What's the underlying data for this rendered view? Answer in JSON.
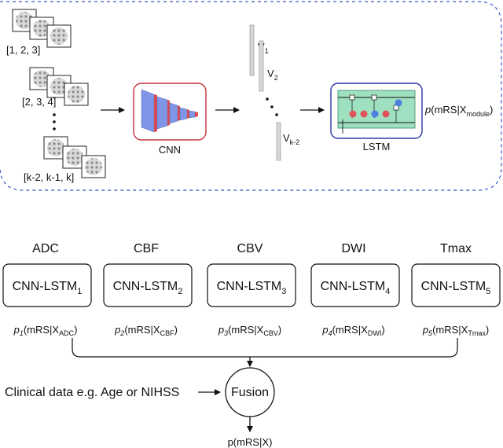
{
  "top": {
    "windows": [
      "[1, 2, 3]",
      "[2, 3, 4]",
      "[k-2, k-1, k]"
    ],
    "cnn_label": "CNN",
    "vectors": [
      {
        "main": "V",
        "sub": "1"
      },
      {
        "main": "V",
        "sub": "2"
      },
      {
        "main": "V",
        "sub": "k-2"
      }
    ],
    "lstm_label": "LSTM",
    "output": {
      "p": "p",
      "open": "(mRS|X",
      "sub": "module",
      "close": ")"
    }
  },
  "modules": [
    {
      "name": "ADC",
      "box_main": "CNN-LSTM",
      "box_sub": "1",
      "p_sub": "1",
      "x_sub": "ADC"
    },
    {
      "name": "CBF",
      "box_main": "CNN-LSTM",
      "box_sub": "2",
      "p_sub": "2",
      "x_sub": "CBF"
    },
    {
      "name": "CBV",
      "box_main": "CNN-LSTM",
      "box_sub": "3",
      "p_sub": "3",
      "x_sub": "CBV"
    },
    {
      "name": "DWI",
      "box_main": "CNN-LSTM",
      "box_sub": "4",
      "p_sub": "4",
      "x_sub": "DWI"
    },
    {
      "name": "Tmax",
      "box_main": "CNN-LSTM",
      "box_sub": "5",
      "p_sub": "5",
      "x_sub": "Tmax"
    }
  ],
  "prob_text": {
    "p": "p",
    "open": "(mRS|X",
    "close": ")"
  },
  "clinical_label": "Clinical data e.g. Age or NIHSS",
  "fusion_label": "Fusion",
  "final_output": "p(mRS|X)",
  "colors": {
    "dashed_border": "#3a56c8",
    "cnn_border": "#c0343a",
    "lstm_border": "#2c35a8",
    "lstm_fill": "#9fe0c0"
  }
}
